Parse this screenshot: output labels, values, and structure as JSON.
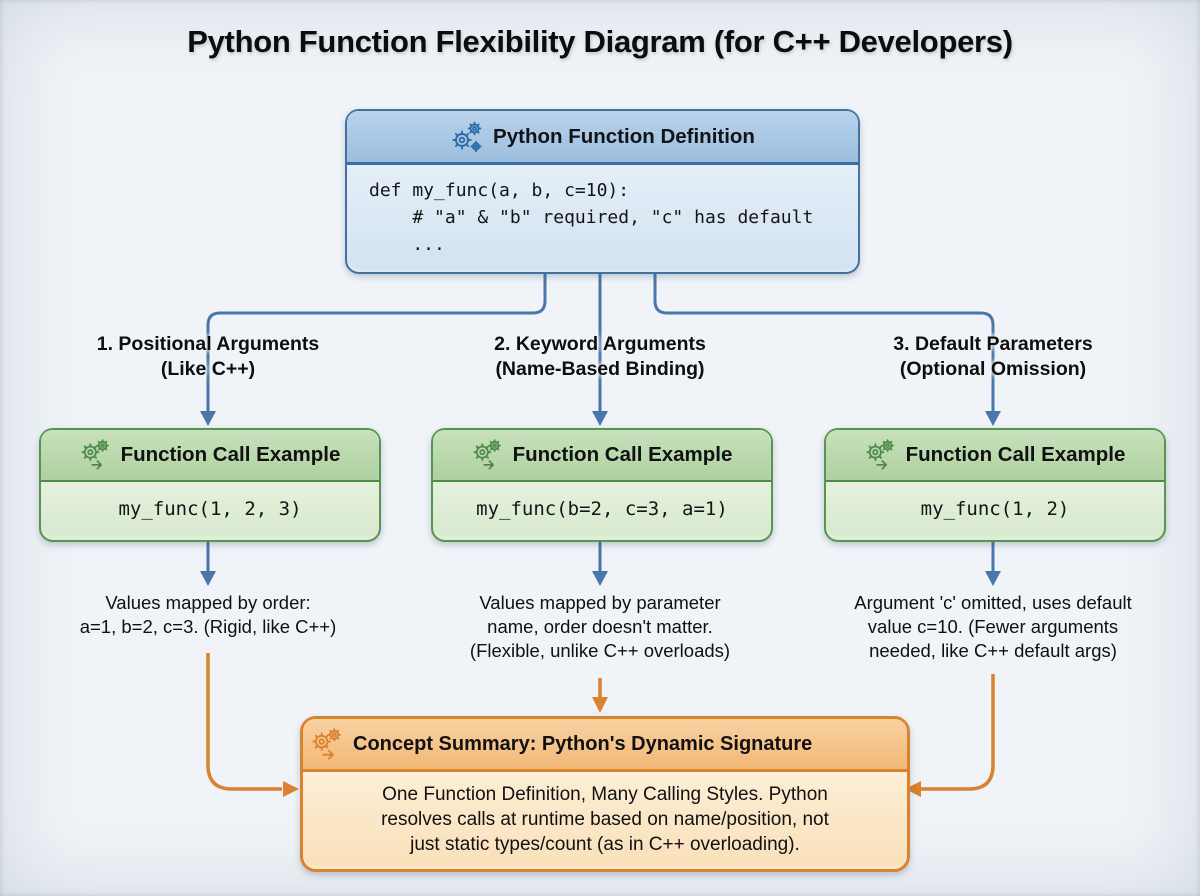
{
  "title": "Python Function Flexibility Diagram (for C++ Developers)",
  "definition_box": {
    "icon": "gears-icon",
    "header": "Python Function Definition",
    "code_lines": [
      "def my_func(a, b, c=10):",
      "    # \"a\" & \"b\" required, \"c\" has default",
      "    ..."
    ]
  },
  "branches": [
    {
      "label": [
        "1. Positional Arguments",
        "(Like C++)"
      ],
      "call_header": "Function Call Example",
      "call_code": "my_func(1, 2, 3)",
      "description": [
        "Values mapped by order:",
        "a=1, b=2, c=3. (Rigid, like C++)",
        ""
      ]
    },
    {
      "label": [
        "2. Keyword Arguments",
        "(Name-Based Binding)"
      ],
      "call_header": "Function Call Example",
      "call_code": "my_func(b=2, c=3, a=1)",
      "description": [
        "Values mapped by parameter",
        "name, order doesn't matter.",
        "(Flexible, unlike C++ overloads)"
      ]
    },
    {
      "label": [
        "3. Default Parameters",
        "(Optional Omission)"
      ],
      "call_header": "Function Call Example",
      "call_code": "my_func(1, 2)",
      "description": [
        "Argument 'c' omitted, uses default",
        "value c=10. (Fewer arguments",
        "needed, like C++ default args)"
      ]
    }
  ],
  "summary_box": {
    "icon": "gears-arrow-icon",
    "header": "Concept Summary: Python's Dynamic Signature",
    "body_lines": [
      "One Function Definition, Many Calling Styles. Python",
      "resolves calls at runtime based on name/position, not",
      "just static types/count (as in C++ overloading)."
    ]
  },
  "colors": {
    "background": "#f0f4f8",
    "blue_border": "#44719f",
    "blue_header": "#a9c7e3",
    "blue_body": "#dce9f5",
    "blue_arrow": "#4878aa",
    "green_border": "#579551",
    "green_header": "#bcd9b0",
    "green_body": "#deedd6",
    "orange_border": "#d9822f",
    "orange_header": "#f7c389",
    "orange_body": "#fbe7c9",
    "text": "#111111"
  }
}
